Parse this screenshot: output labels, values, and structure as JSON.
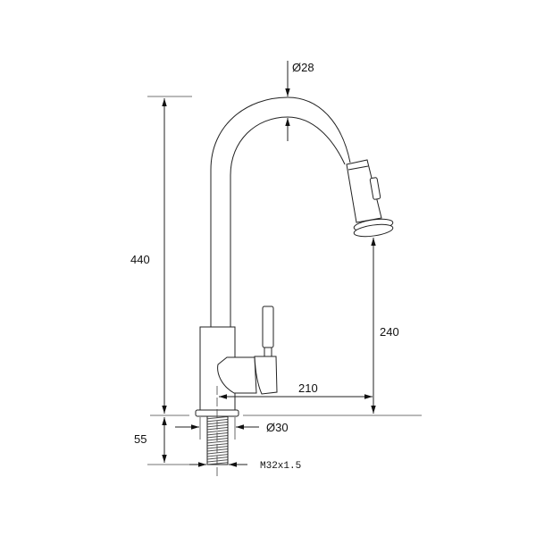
{
  "title": "Pull-down kitchen faucet dimension drawing",
  "dimensions": {
    "total_height": "440",
    "spout_diameter": "Ø28",
    "outlet_height": "240",
    "reach": "210",
    "base_diameter": "Ø30",
    "shank_length": "55",
    "thread": "M32x1.5"
  },
  "colors": {
    "line": "#222222",
    "background": "#ffffff"
  }
}
